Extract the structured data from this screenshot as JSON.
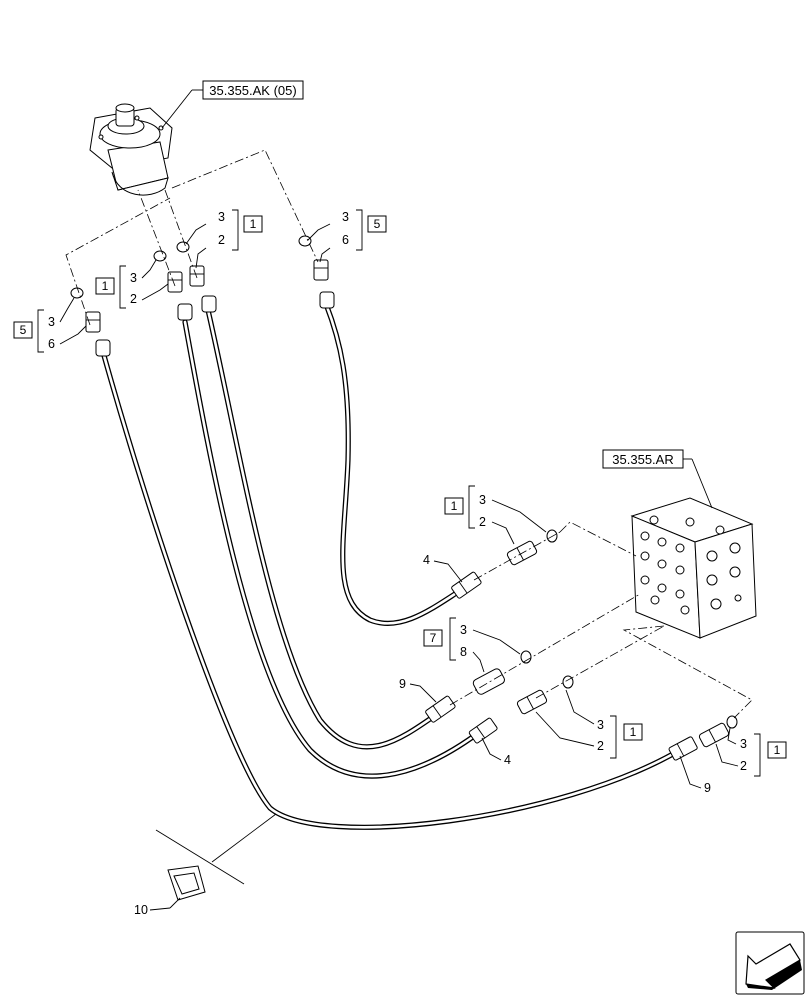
{
  "references": {
    "joystick": "35.355.AK (05)",
    "valve_block": "35.355.AR"
  },
  "callouts": {
    "n1": "1",
    "n2": "2",
    "n3": "3",
    "n4": "4",
    "n5": "5",
    "n6": "6",
    "n7": "7",
    "n8": "8",
    "n9": "9",
    "n10": "10"
  },
  "icons": {
    "navigation_arrow": "arrow-left-down-icon",
    "joystick": "joystick-icon",
    "valve_block": "valve-block-icon"
  }
}
